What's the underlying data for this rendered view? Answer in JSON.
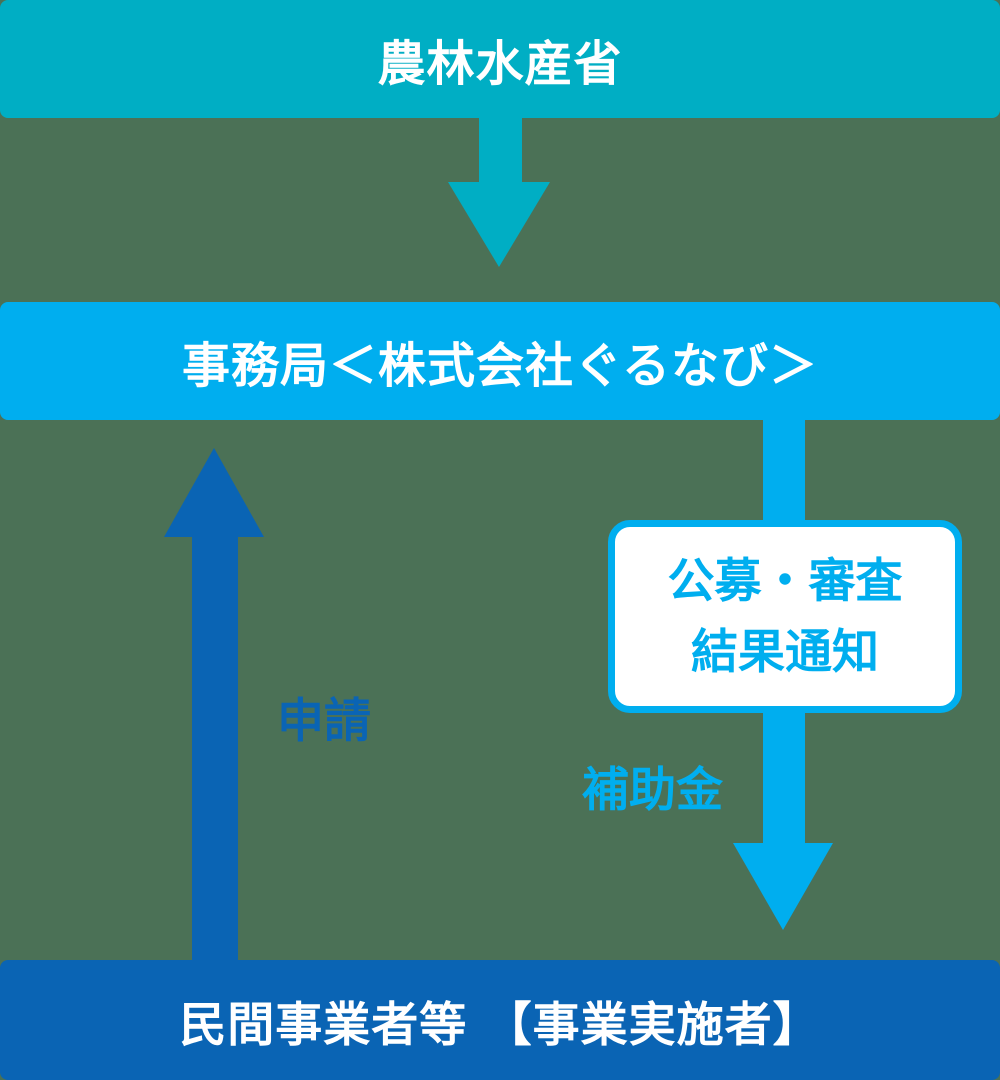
{
  "colors": {
    "bg": "#4B7156",
    "teal": "#00AEC4",
    "azure": "#00AEEF",
    "dark": "#0A64B4",
    "white": "#FFFFFF"
  },
  "diagram": {
    "top_box": {
      "label": "農林水産省"
    },
    "mid_box": {
      "label": "事務局＜株式会社ぐるなび＞"
    },
    "bottom_box": {
      "label": "民間事業者等 【事業実施者】"
    },
    "notice_box": {
      "line1": "公募・審査",
      "line2": "結果通知"
    },
    "labels": {
      "application": "申請",
      "subsidy": "補助金"
    }
  }
}
